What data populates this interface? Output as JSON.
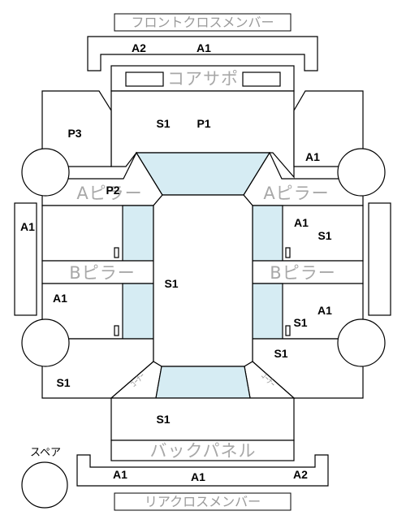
{
  "labels": {
    "front_cross_member": "フロントクロスメンバー",
    "core_support": "コアサポ",
    "a_pillar_left": "Aピラー",
    "a_pillar_right": "Aピラー",
    "b_pillar_left": "Bピラー",
    "b_pillar_right": "Bピラー",
    "back_panel": "バックパネル",
    "rear_cross_member": "リアクロスメンバー",
    "spare": "スペア",
    "corner_left": "ｺｰﾅｰ",
    "corner_right": "ｺｰﾅｰ"
  },
  "codes": {
    "front_a2": "A2",
    "front_a1": "A1",
    "core_s1": "S1",
    "core_p1": "P1",
    "front_left_p3": "P3",
    "front_right_a1": "A1",
    "a_pillar_p2": "P2",
    "left_side_a1": "A1",
    "right_front_a1": "A1",
    "right_front_s1": "S1",
    "roof_s1": "S1",
    "left_rear_a1": "A1",
    "right_rear_a1": "A1",
    "right_rear_s1": "S1",
    "right_quarter_s1": "S1",
    "left_quarter_s1": "S1",
    "trunk_s1": "S1",
    "rear_a1_left": "A1",
    "rear_a1": "A1",
    "rear_a2": "A2"
  }
}
